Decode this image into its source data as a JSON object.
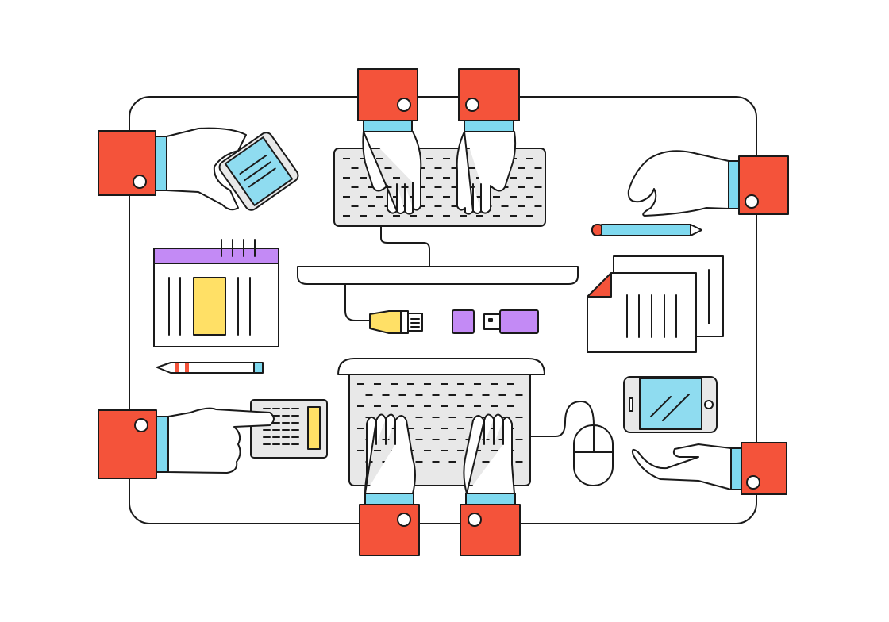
{
  "colors": {
    "outline": "#1a1a1a",
    "cuff": "#f4533a",
    "band": "#7fd9ef",
    "screen": "#8fdcf0",
    "accent_purple": "#c38af5",
    "accent_yellow": "#ffe066",
    "device_fill": "#e8e8e8",
    "background": "#ffffff"
  },
  "icons": [
    "table",
    "keyboard",
    "monitor",
    "laptop",
    "mouse",
    "smartphone",
    "tablet-phone",
    "calendar",
    "document",
    "calculator",
    "pencil",
    "pen",
    "usb-drive",
    "ethernet-plug",
    "hand"
  ]
}
